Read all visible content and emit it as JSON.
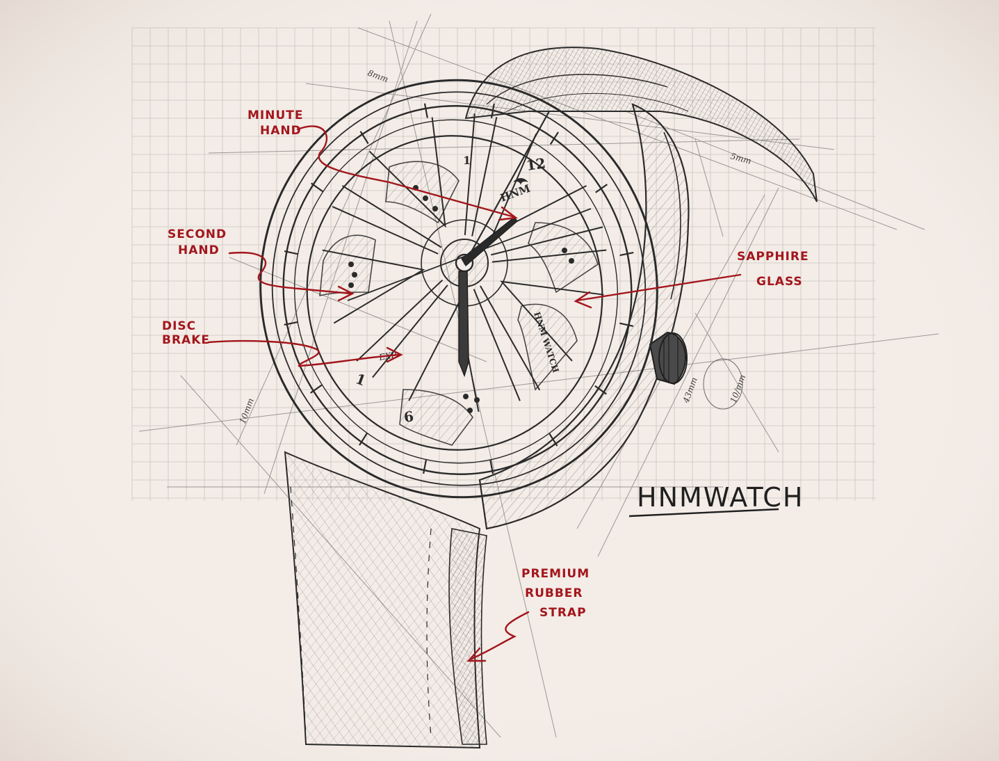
{
  "colors": {
    "paper": "#f3ece7",
    "ink": "#2a2a2a",
    "grid": "#9a9590",
    "annotation": "#a3161c"
  },
  "annotations": {
    "minute_hand": {
      "line1": "MINUTE",
      "line2": "HAND"
    },
    "second_hand": {
      "line1": "SECOND",
      "line2": "HAND"
    },
    "disc_brake": {
      "line1": "DISC",
      "line2": "BRAKE"
    },
    "sapphire_glass": {
      "line1": "SAPPHIRE",
      "line2": "GLASS"
    },
    "premium_strap": {
      "line1": "PREMIUM",
      "line2": "RUBBER",
      "line3": "STRAP"
    }
  },
  "brand": {
    "title": "HNMWATCH"
  },
  "dial": {
    "twelve": "12",
    "six": "6",
    "logo": "HNM",
    "side_text": "HNM WATCH",
    "numeral_left": "1",
    "numeral_upper": "1",
    "caliper": "EXP"
  },
  "dimensions": {
    "d1": "8mm",
    "d2": "5mm",
    "d3": "10mm",
    "d4": "43mm",
    "d5": "10/mm"
  }
}
